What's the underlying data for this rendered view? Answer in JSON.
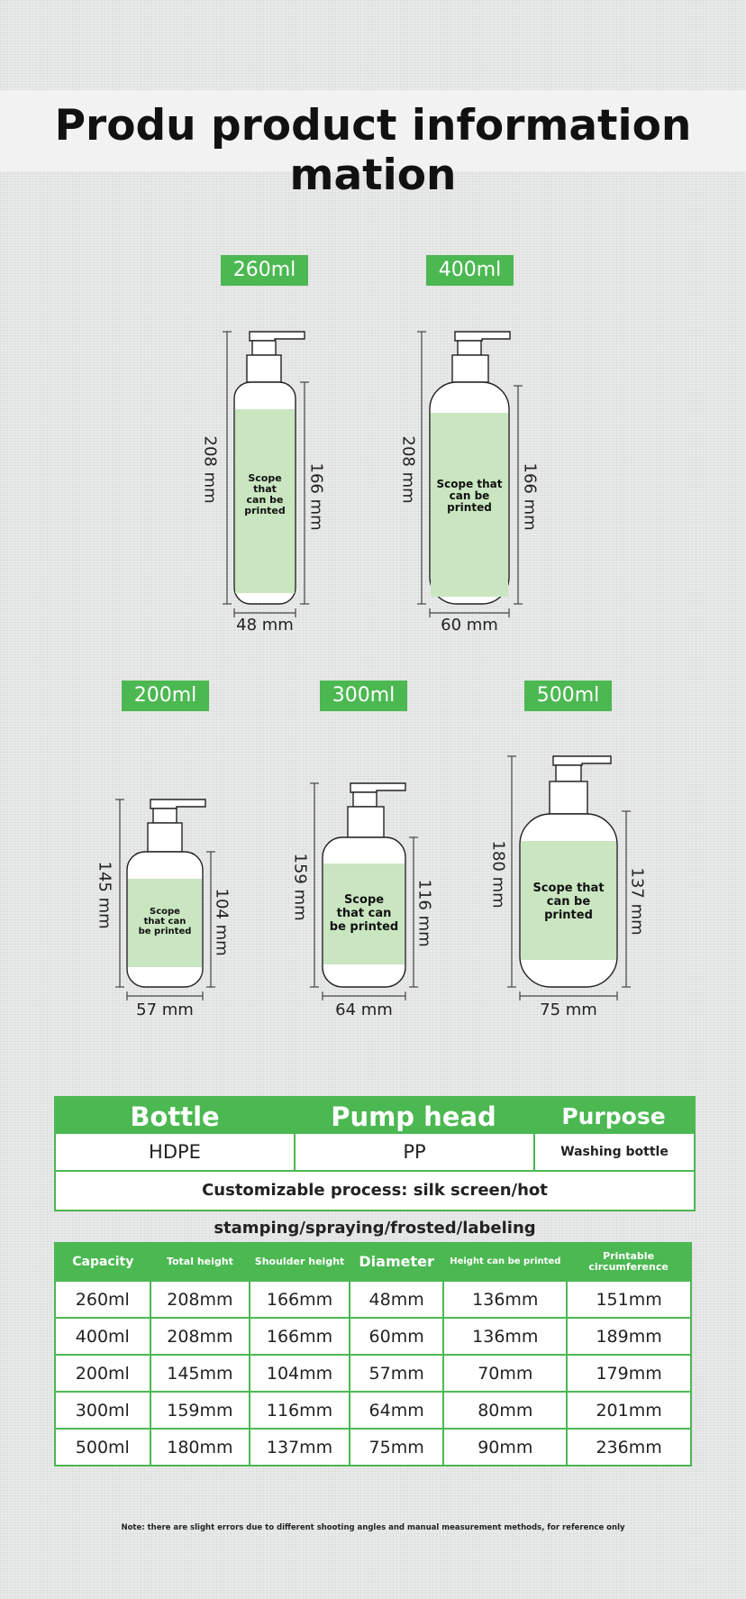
{
  "header": {
    "title": "Produ product information mation"
  },
  "products": [
    {
      "capacity": "260ml",
      "total_height": "208 mm",
      "shoulder_height": "166 mm",
      "diameter": "48 mm",
      "scope": [
        "Scope",
        "that",
        "can be",
        "printed"
      ]
    },
    {
      "capacity": "400ml",
      "total_height": "208 mm",
      "shoulder_height": "166 mm",
      "diameter": "60 mm",
      "scope": [
        "Scope that",
        "can be",
        "printed"
      ]
    },
    {
      "capacity": "200ml",
      "total_height": "145 mm",
      "shoulder_height": "104 mm",
      "diameter": "57 mm",
      "scope": [
        "Scope",
        "that can",
        "be printed"
      ]
    },
    {
      "capacity": "300ml",
      "total_height": "159 mm",
      "shoulder_height": "116 mm",
      "diameter": "64 mm",
      "scope": [
        "Scope",
        "that can",
        "be printed"
      ]
    },
    {
      "capacity": "500ml",
      "total_height": "180 mm",
      "shoulder_height": "137 mm",
      "diameter": "75 mm",
      "scope": [
        "Scope that",
        "can be",
        "printed"
      ]
    }
  ],
  "materials": {
    "headers": [
      "Bottle",
      "Pump head",
      "Purpose"
    ],
    "values": [
      "HDPE",
      "PP",
      "Washing bottle"
    ],
    "process": "Customizable process: silk screen/hot stamping/spraying/frosted/labeling"
  },
  "specs": {
    "headers": [
      "Capacity",
      "Total height",
      "Shoulder height",
      "Diameter",
      "Height can be printed",
      "Printable circumference"
    ],
    "rows": [
      [
        "260ml",
        "208mm",
        "166mm",
        "48mm",
        "136mm",
        "151mm"
      ],
      [
        "400ml",
        "208mm",
        "166mm",
        "60mm",
        "136mm",
        "189mm"
      ],
      [
        "200ml",
        "145mm",
        "104mm",
        "57mm",
        "70mm",
        "179mm"
      ],
      [
        "300ml",
        "159mm",
        "116mm",
        "64mm",
        "80mm",
        "201mm"
      ],
      [
        "500ml",
        "180mm",
        "137mm",
        "75mm",
        "90mm",
        "236mm"
      ]
    ]
  },
  "note": "Note: there are slight errors due to different shooting angles and manual measurement methods, for reference only",
  "colors": {
    "accent": "#4cb852",
    "print_area": "#c9e6c1"
  }
}
